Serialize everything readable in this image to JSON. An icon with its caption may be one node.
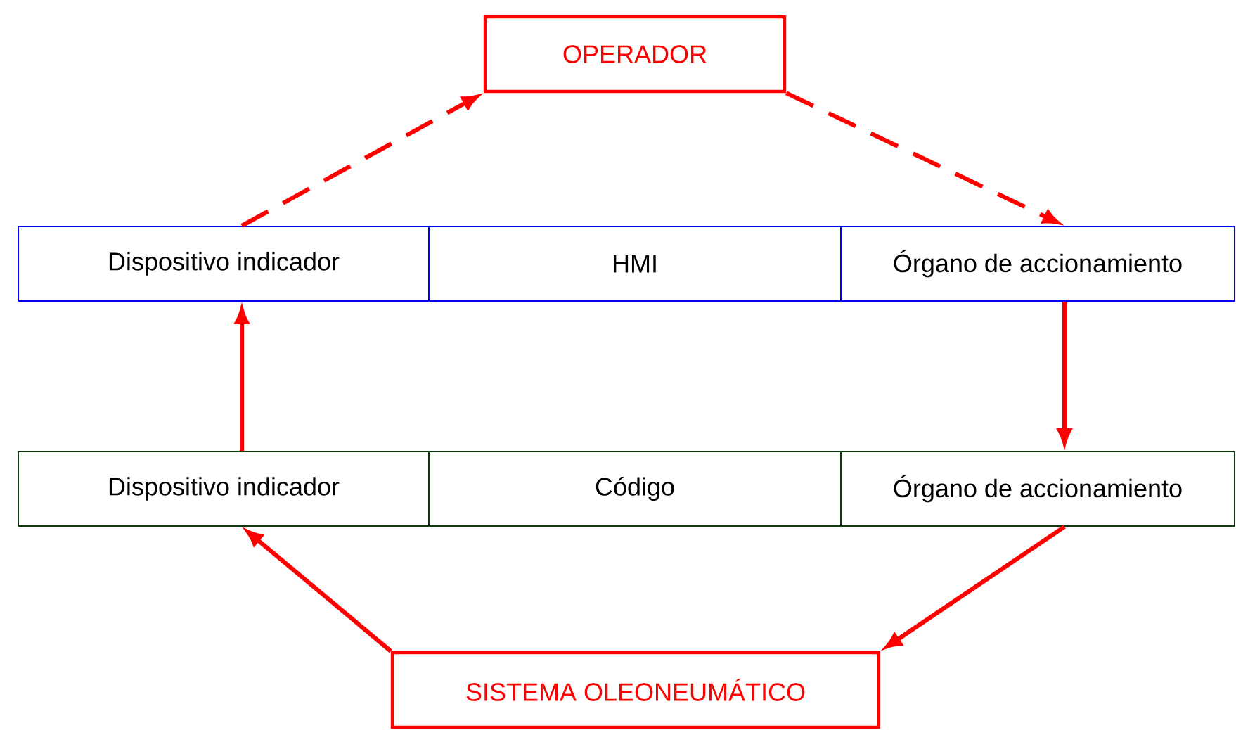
{
  "diagram": {
    "nodes": [
      {
        "text": [
          "OPERADOR"
        ]
      },
      {
        "text": [
          "Dispositivo indicador"
        ]
      },
      {
        "text": [
          "HMI"
        ]
      },
      {
        "text": [
          "Órgano de accionamiento"
        ]
      },
      {
        "text": [
          "Dispositivo indicador"
        ]
      },
      {
        "text": [
          "Código"
        ]
      },
      {
        "text": [
          "Órgano de accionamiento"
        ]
      },
      {
        "text": [
          "SISTEMA OLEONEUMÁTICO"
        ]
      }
    ],
    "edges": [
      {
        "from": 1,
        "to": 0,
        "arrow": "to",
        "style": "dashed"
      },
      {
        "from": 0,
        "to": 3,
        "arrow": "to",
        "style": "dashed"
      },
      {
        "from": 3,
        "to": 6,
        "arrow": "to"
      },
      {
        "from": 6,
        "to": 7,
        "arrow": "to"
      },
      {
        "from": 7,
        "to": 4,
        "arrow": "to"
      },
      {
        "from": 4,
        "to": 1,
        "arrow": "to"
      }
    ]
  }
}
